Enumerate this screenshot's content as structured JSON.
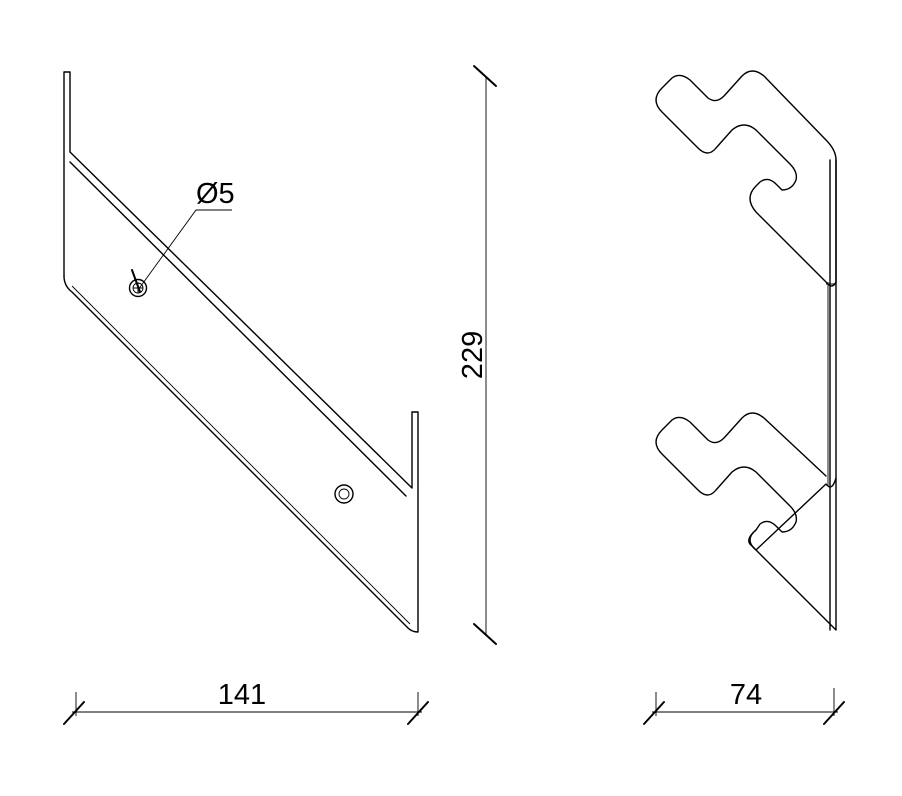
{
  "drawing": {
    "hole_callout": "Ø5",
    "dimensions": {
      "side_width": "141",
      "height": "229",
      "front_width": "74"
    }
  }
}
